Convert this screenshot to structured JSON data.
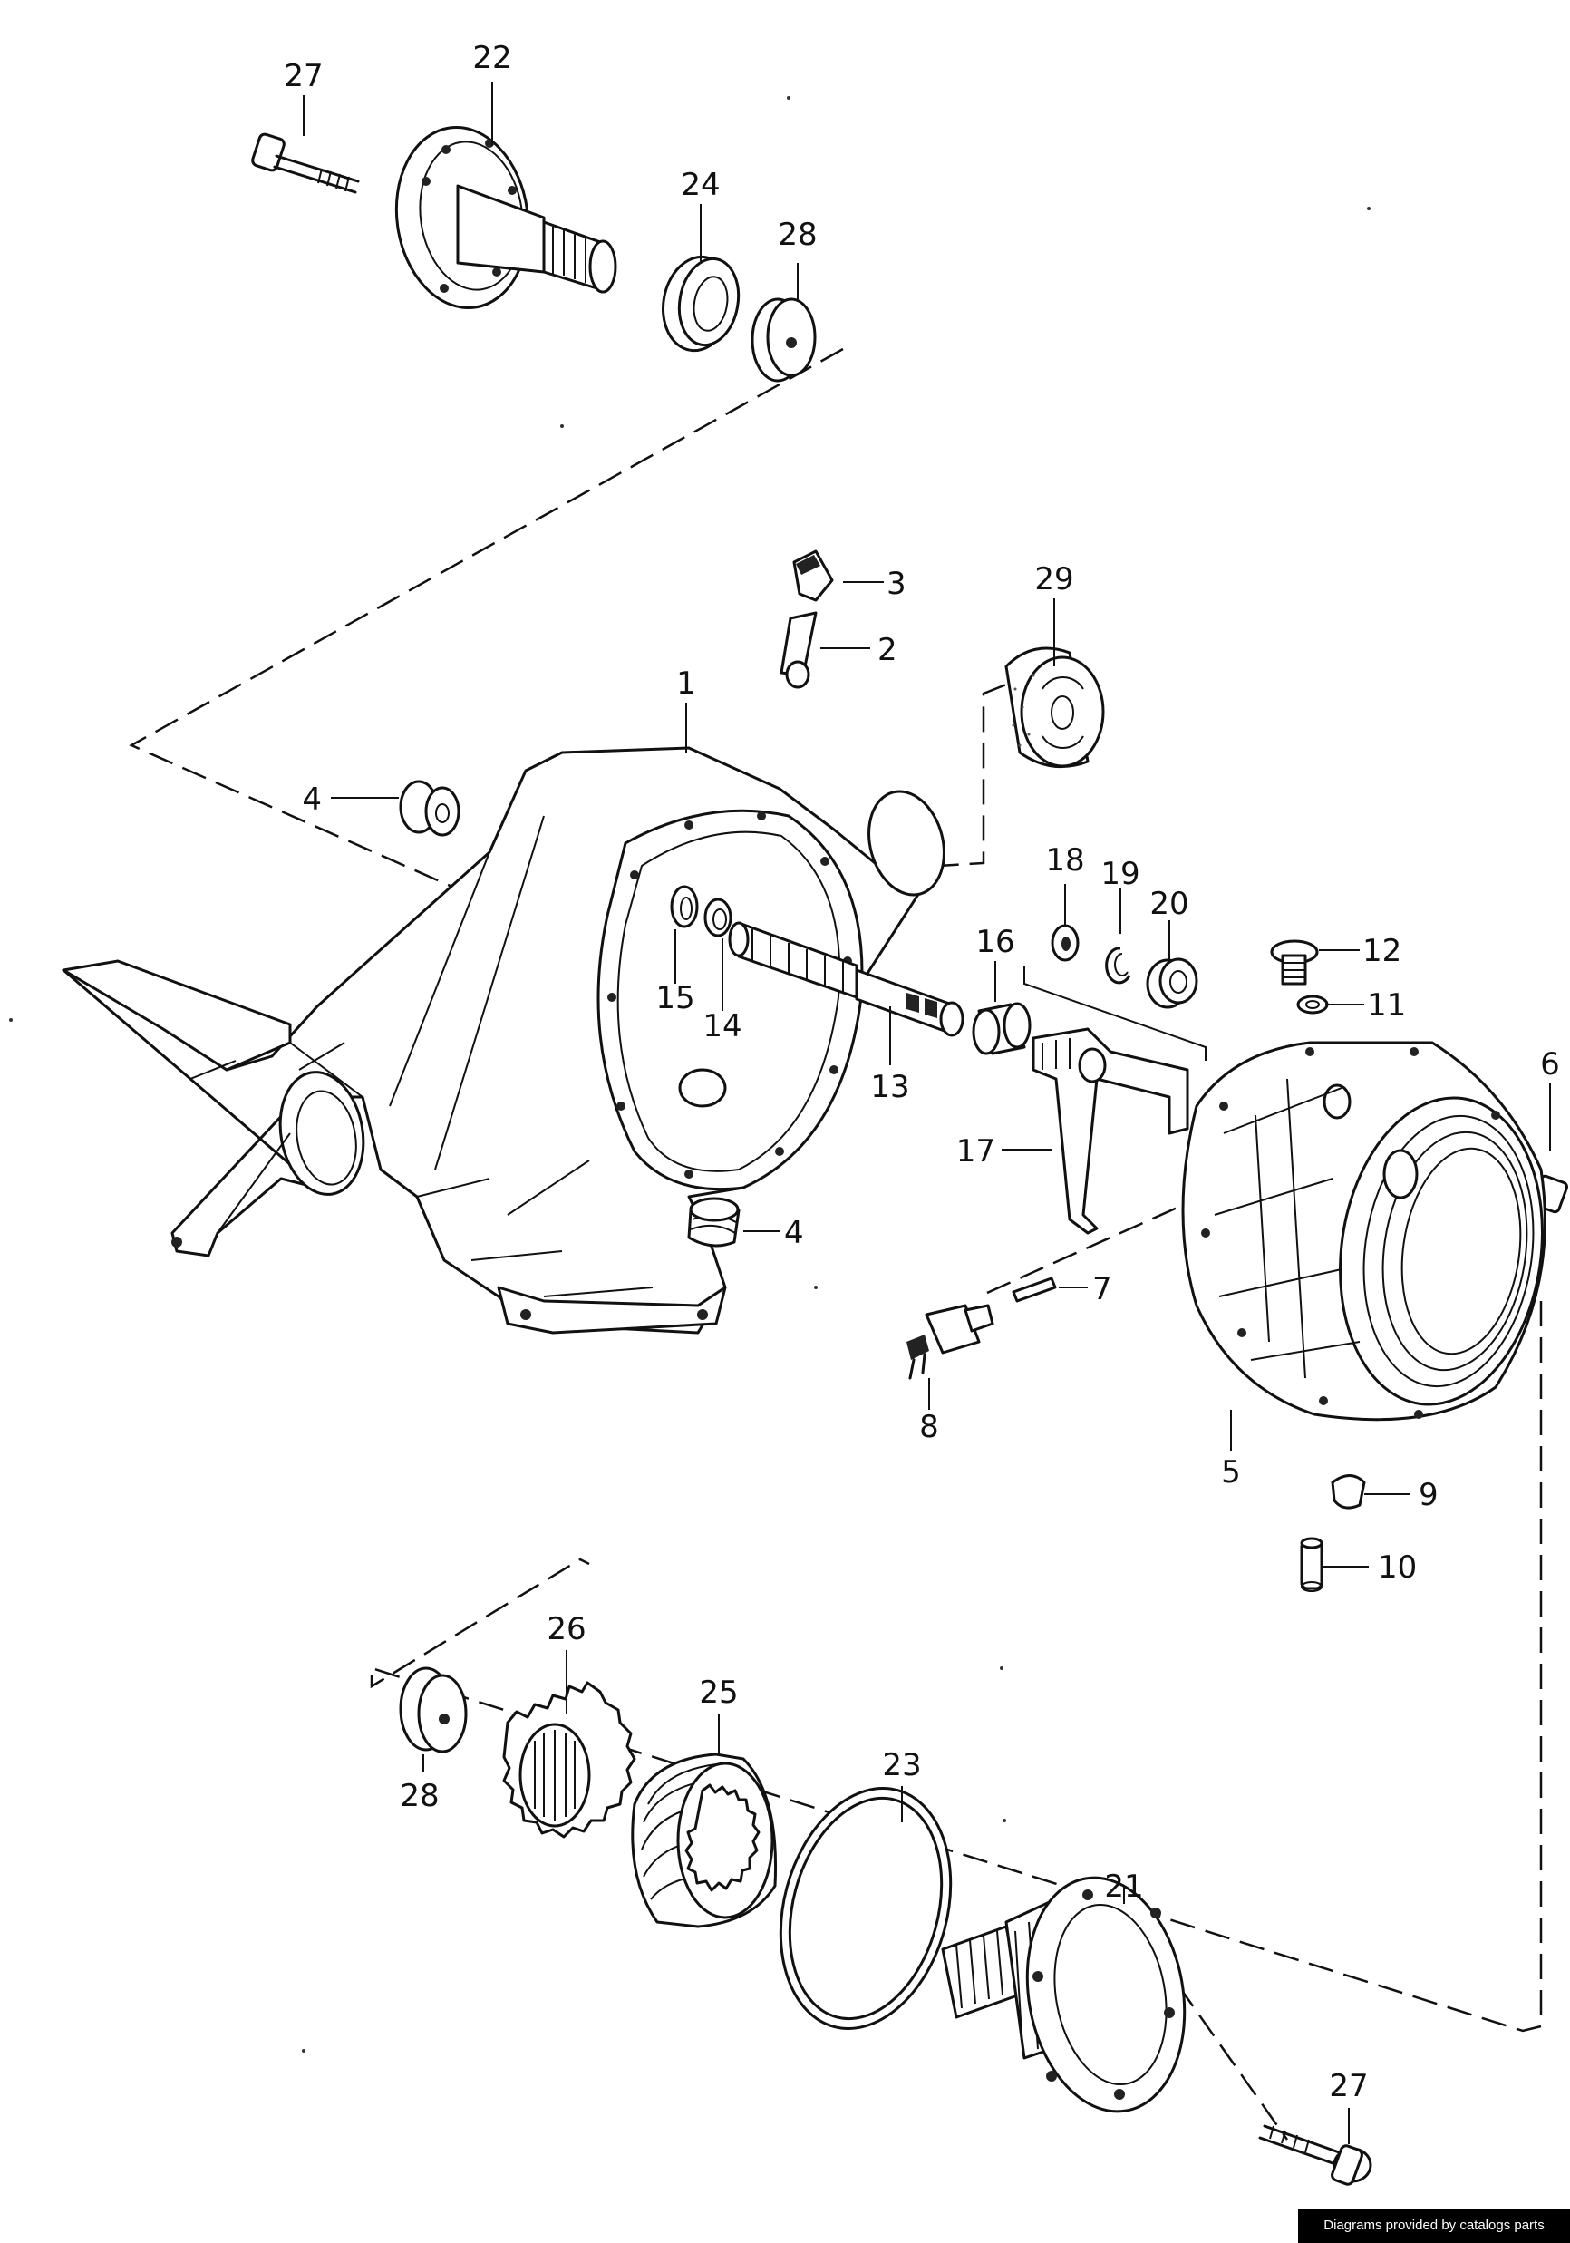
{
  "labels": {
    "p1": "1",
    "p2": "2",
    "p3": "3",
    "p4a": "4",
    "p4b": "4",
    "p5": "5",
    "p6": "6",
    "p7": "7",
    "p8": "8",
    "p9": "9",
    "p10": "10",
    "p11": "11",
    "p12": "12",
    "p13": "13",
    "p14": "14",
    "p15": "15",
    "p16": "16",
    "p17": "17",
    "p18": "18",
    "p19": "19",
    "p20": "20",
    "p21": "21",
    "p22": "22",
    "p23": "23",
    "p24": "24",
    "p25": "25",
    "p26": "26",
    "p27a": "27",
    "p27b": "27",
    "p28a": "28",
    "p28b": "28",
    "p29": "29"
  },
  "footer": {
    "text": "Diagrams provided by catalogs parts"
  },
  "colors": {
    "line": "#111111",
    "background": "#ffffff",
    "footer_bg": "#000000",
    "footer_text": "#ffffff"
  }
}
